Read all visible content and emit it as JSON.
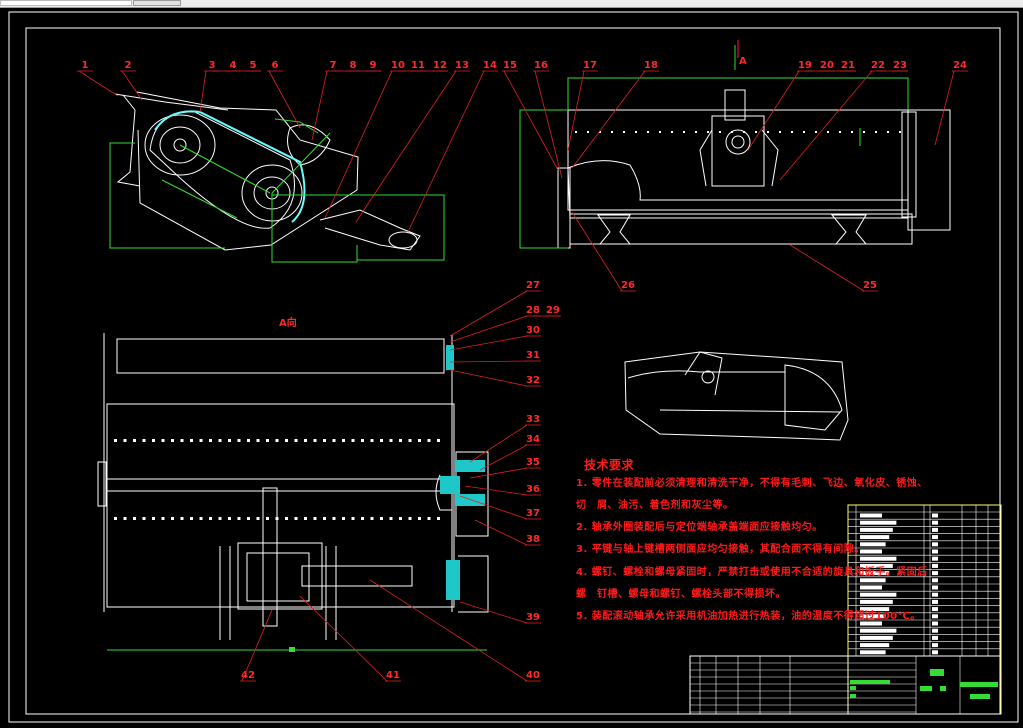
{
  "view_title": "A",
  "view_label": "A向",
  "part_numbers": [
    "1",
    "2",
    "3",
    "4",
    "5",
    "6",
    "7",
    "8",
    "9",
    "10",
    "11",
    "12",
    "13",
    "14",
    "15",
    "16",
    "17",
    "18",
    "19",
    "20",
    "21",
    "22",
    "23",
    "24",
    "25",
    "26",
    "27",
    "28",
    "29",
    "30",
    "31",
    "32",
    "33",
    "34",
    "35",
    "36",
    "37",
    "38",
    "39",
    "40",
    "41",
    "42"
  ],
  "technical_requirements": {
    "title": "技术要求",
    "lines": [
      "1. 零件在装配前必须清理和清洗干净，不得有毛刺、飞边、氧化皮、锈蚀、",
      "切　屑、油污、着色剂和灰尘等。",
      "2. 轴承外圈装配后与定位端轴承盖端面应接触均匀。",
      "3. 平键与轴上键槽两侧面应均匀接触，其配合面不得有间隙。",
      "4. 螺钉、螺栓和螺母紧固时，严禁打击或使用不合适的旋具和扳手。紧固后",
      "螺　钉槽、螺母和螺钉、螺栓头部不得损坏。",
      "5. 装配滚动轴承允许采用机油加热进行热装，油的温度不得超过100℃。"
    ]
  },
  "colors": {
    "background": "#000000",
    "outline": "#ffffff",
    "leader": "#ff2020",
    "dimension": "#33dd33",
    "belt": "#66ffff",
    "table_border": "#ffff66"
  }
}
